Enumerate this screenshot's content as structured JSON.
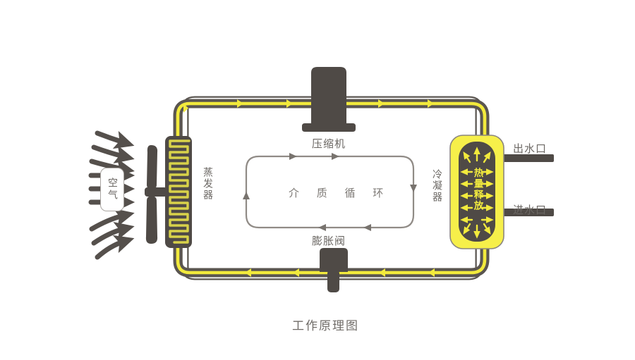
{
  "figure": {
    "title": "工作原理图",
    "type": "heat-pump-working-principle-diagram"
  },
  "labels": {
    "air": "空气",
    "evaporator": "蒸发器",
    "compressor": "压缩机",
    "expansion_valve": "膨胀阀",
    "condenser": "冷凝器",
    "heat_release": "热量释放",
    "medium_circulation": "介 质 循 环",
    "water_outlet": "出水口",
    "water_inlet": "进水口"
  },
  "colors": {
    "refrigerant_yellow": "#f2ea3c",
    "component_gray": "#4f4a46",
    "pipe_gray": "#5a5550",
    "text_gray": "#6b6763",
    "light_gray": "#b9b5b1",
    "background": "#ffffff"
  },
  "components": [
    {
      "name": "evaporator",
      "label": "蒸发器",
      "role": "absorbs heat from air",
      "fill": "#4f4a46",
      "coil": "#d8d24a"
    },
    {
      "name": "fan",
      "label": "",
      "role": "blows air across evaporator",
      "fill": "#4f4a46"
    },
    {
      "name": "compressor",
      "label": "压缩机",
      "role": "compresses refrigerant vapor",
      "fill": "#4f4a46"
    },
    {
      "name": "condenser",
      "label": "冷凝器",
      "role": "releases heat to water",
      "fill": "#f2ea3c",
      "inner": "#4f4a46"
    },
    {
      "name": "expansion-valve",
      "label": "膨胀阀",
      "role": "expands refrigerant",
      "fill": "#4f4a46"
    }
  ],
  "flows": {
    "refrigerant_loop_direction": "clockwise",
    "medium_loop_label": "介 质 循 环",
    "air_arrow_count": 9,
    "heat_arrow_count": 16,
    "top_pipe_arrows": 4,
    "bottom_pipe_arrows": 4
  },
  "ports": [
    {
      "name": "water-outlet",
      "label": "出水口",
      "position": "upper-right"
    },
    {
      "name": "water-inlet",
      "label": "进水口",
      "position": "lower-right"
    }
  ]
}
